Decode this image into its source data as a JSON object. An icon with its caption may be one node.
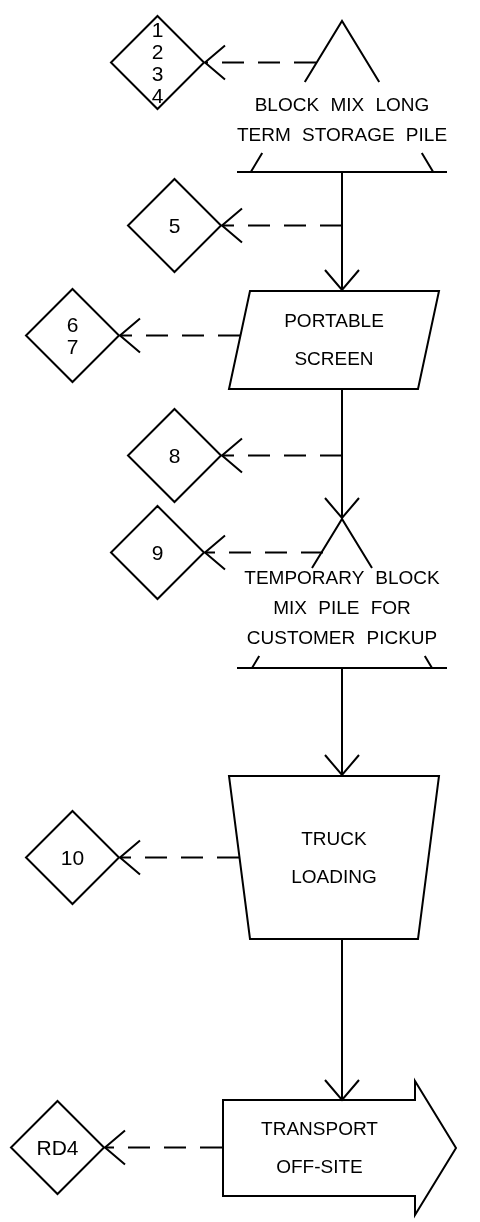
{
  "diagram": {
    "nodes": [
      {
        "text": [
          "1 2 3 4"
        ]
      },
      {
        "text": [
          "BLOCK MIX LONG TERM STORAGE PILE"
        ]
      },
      {
        "text": [
          "5"
        ]
      },
      {
        "text": [
          "6 7"
        ]
      },
      {
        "text": [
          "PORTABLE SCREEN"
        ]
      },
      {
        "text": [
          "8"
        ]
      },
      {
        "text": [
          "9"
        ]
      },
      {
        "text": [
          "TEMPORARY BLOCK MIX PILE FOR CUSTOMER PICKUP"
        ]
      },
      {
        "text": [
          "10"
        ]
      },
      {
        "text": [
          "TRUCK LOADING"
        ]
      },
      {
        "text": [
          "RD4"
        ]
      },
      {
        "text": [
          "TRANSPORT OFF-SITE"
        ]
      }
    ],
    "edges": [
      {
        "from": 1,
        "to": 0,
        "arrow": "to",
        "style": "dashed"
      },
      {
        "from": 1,
        "to": 4,
        "arrow": "to"
      },
      {
        "from": null,
        "to": 2,
        "arrow": "to",
        "style": "dashed"
      },
      {
        "from": 4,
        "to": 3,
        "arrow": "to",
        "style": "dashed"
      },
      {
        "from": 4,
        "to": 7,
        "arrow": "to"
      },
      {
        "from": null,
        "to": 5,
        "arrow": "to",
        "style": "dashed"
      },
      {
        "from": 7,
        "to": 6,
        "arrow": "to",
        "style": "dashed"
      },
      {
        "from": 7,
        "to": 9,
        "arrow": "to"
      },
      {
        "from": 9,
        "to": 8,
        "arrow": "to",
        "style": "dashed"
      },
      {
        "from": 9,
        "to": 11,
        "arrow": "to"
      },
      {
        "from": 11,
        "to": 10,
        "arrow": "to",
        "style": "dashed"
      }
    ]
  }
}
